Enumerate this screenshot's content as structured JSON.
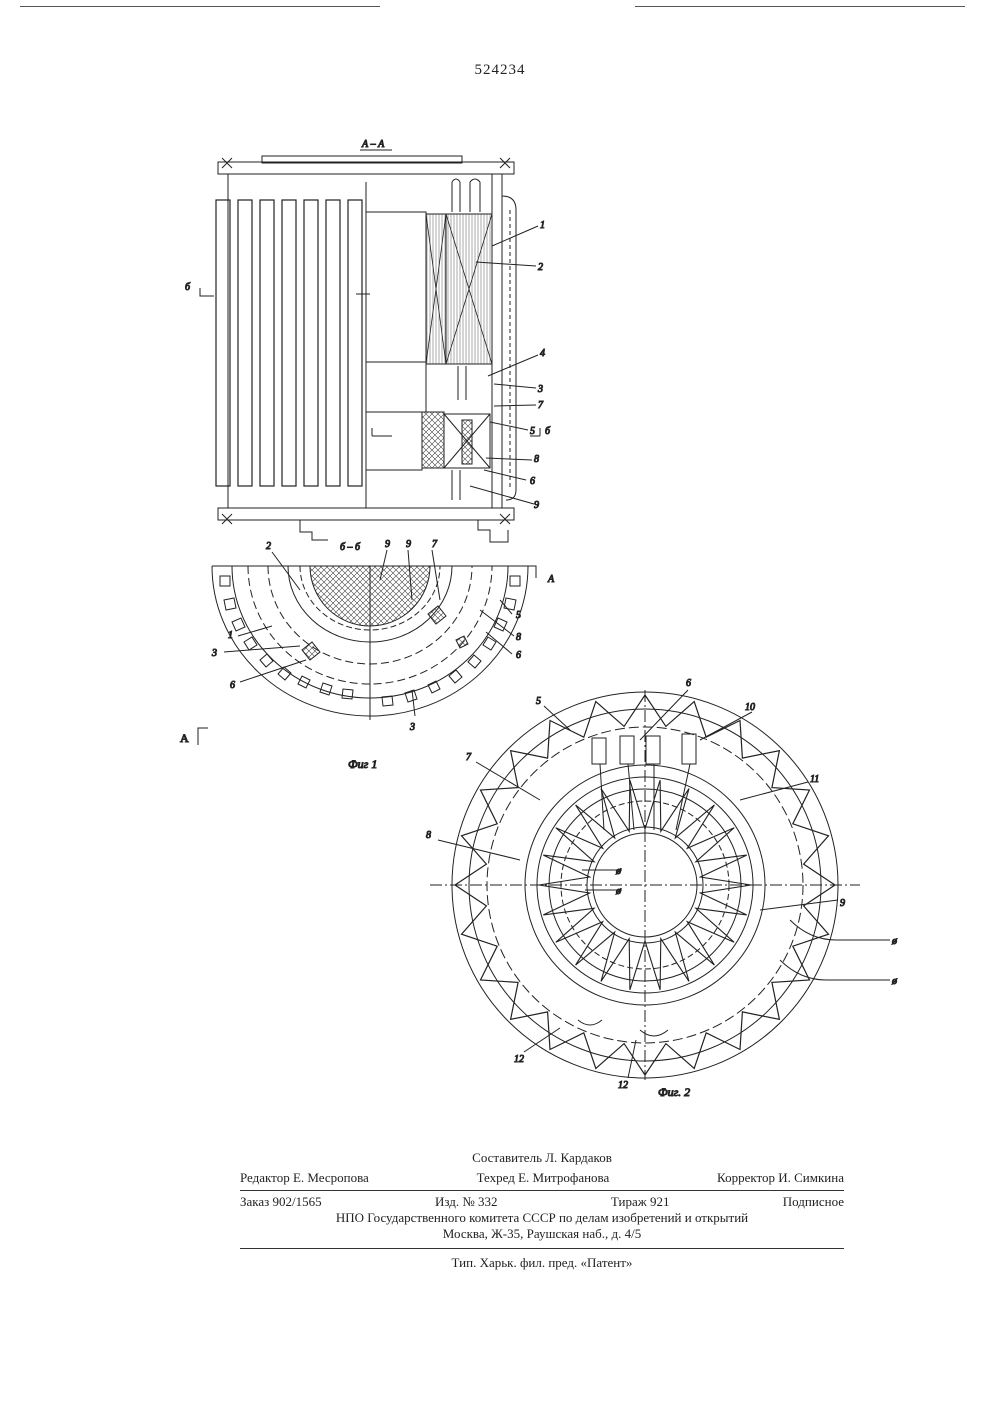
{
  "document": {
    "patent_number": "524234"
  },
  "figure1": {
    "section_title": "А – А",
    "subsection_title": "б – б",
    "cut_mark_b": "б",
    "cut_mark_a": "А",
    "caption": "Фиг 1",
    "callouts": [
      "1",
      "2",
      "4",
      "3",
      "7",
      "5",
      "8",
      "6",
      "9"
    ],
    "lower_callouts": [
      "2",
      "9",
      "9",
      "7",
      "5",
      "8",
      "6",
      "1",
      "3",
      "6",
      "3"
    ]
  },
  "figure2": {
    "caption": "Фиг. 2",
    "callouts": [
      "5",
      "6",
      "10",
      "7",
      "11",
      "8",
      "9",
      "12",
      "12"
    ],
    "phase_symbol": "ø"
  },
  "imprint": {
    "compiler": "Составитель Л. Кардаков",
    "editor": "Редактор Е. Месропова",
    "tech_editor": "Техред Е. Митрофанова",
    "corrector": "Корректор И. Симкина",
    "order": "Заказ 902/1565",
    "edition": "Изд. № 332",
    "circulation": "Тираж 921",
    "subscription": "Подписное",
    "organization": "НПО Государственного комитета СССР по делам изобретений и открытий",
    "address": "Москва, Ж-35, Раушская наб., д. 4/5",
    "printer": "Тип. Харьк. фил. пред. «Патент»"
  }
}
